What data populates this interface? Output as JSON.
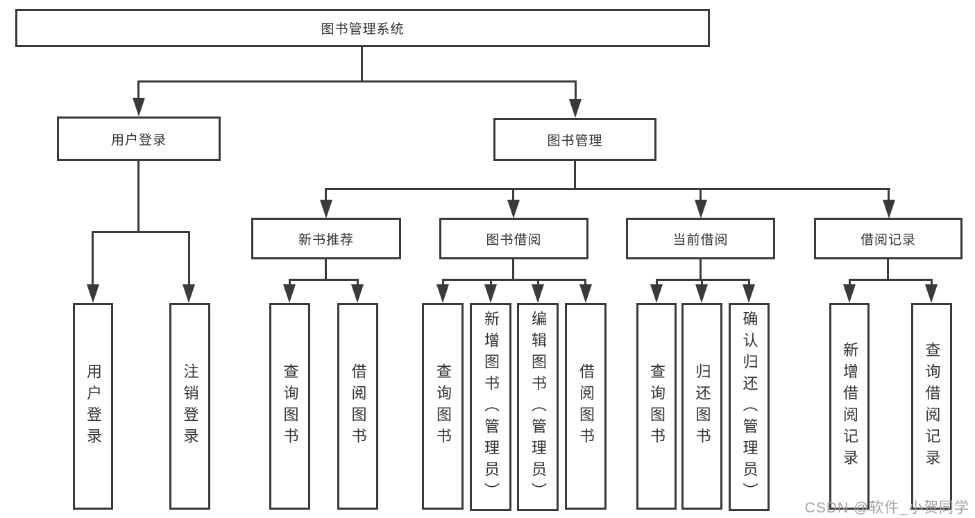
{
  "colors": {
    "line": "#3a3a3a",
    "text": "#333333",
    "box_background": "#ffffff",
    "page_background": "#ffffff",
    "watermark_text_color": "#a8a0a0"
  },
  "tree": {
    "label": "图书管理系统",
    "children": [
      {
        "label": "用户登录",
        "children": [
          {
            "label": "用户登录"
          },
          {
            "label": "注销登录"
          }
        ]
      },
      {
        "label": "图书管理",
        "children": [
          {
            "label": "新书推荐",
            "children": [
              {
                "label": "查询图书"
              },
              {
                "label": "借阅图书"
              }
            ]
          },
          {
            "label": "图书借阅",
            "children": [
              {
                "label": "查询图书"
              },
              {
                "label": "新增图书（管理员）"
              },
              {
                "label": "编辑图书（管理员）"
              },
              {
                "label": "借阅图书"
              }
            ]
          },
          {
            "label": "当前借阅",
            "children": [
              {
                "label": "查询图书"
              },
              {
                "label": "归还图书"
              },
              {
                "label": "确认归还（管理员）"
              }
            ]
          },
          {
            "label": "借阅记录",
            "children": [
              {
                "label": "新增借阅记录"
              },
              {
                "label": "查询借阅记录"
              }
            ]
          }
        ]
      }
    ]
  },
  "watermark": {
    "text": "CSDN @软件_小贺同学"
  }
}
